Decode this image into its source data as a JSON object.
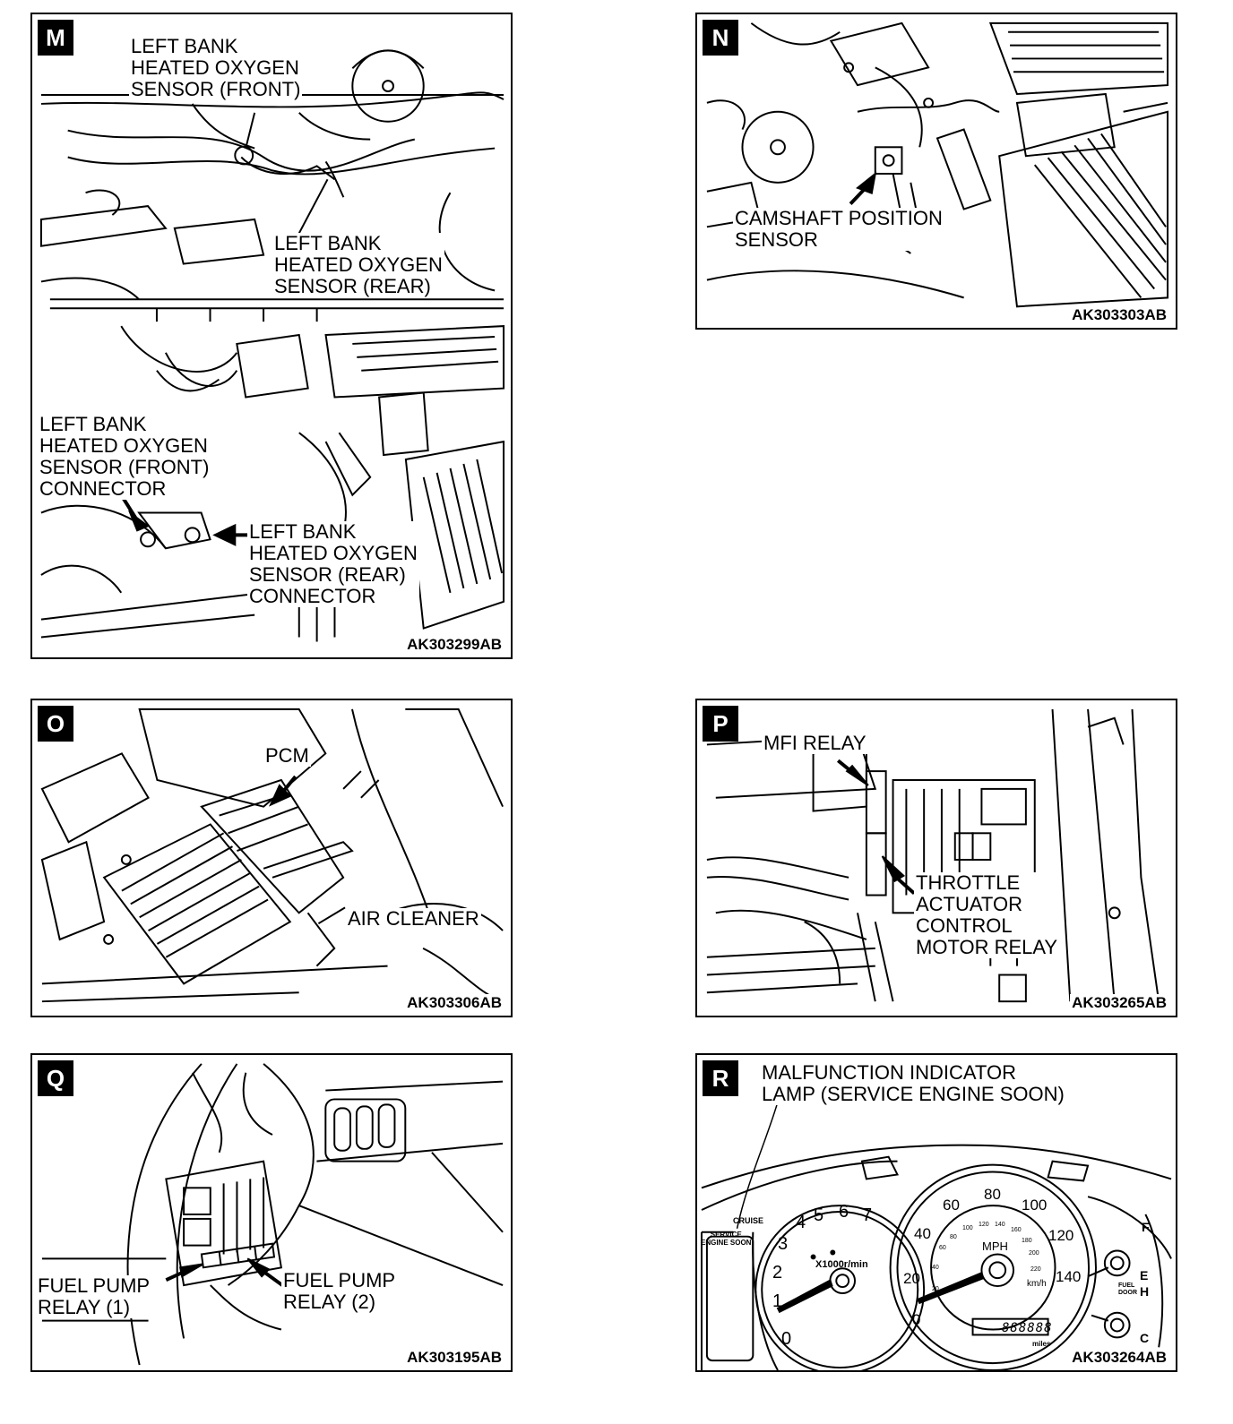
{
  "panels": {
    "M": {
      "letter": "M",
      "code": "AK303299AB",
      "label_front": [
        "LEFT BANK",
        "HEATED OXYGEN",
        "SENSOR (FRONT)"
      ],
      "label_rear": [
        "LEFT BANK",
        "HEATED OXYGEN",
        "SENSOR (REAR)"
      ],
      "label_front_conn": [
        "LEFT BANK",
        "HEATED OXYGEN",
        "SENSOR (FRONT)",
        "CONNECTOR"
      ],
      "label_rear_conn": [
        "LEFT BANK",
        "HEATED OXYGEN",
        "SENSOR (REAR)",
        "CONNECTOR"
      ]
    },
    "N": {
      "letter": "N",
      "code": "AK303303AB",
      "label": [
        "CAMSHAFT POSITION",
        "SENSOR"
      ]
    },
    "O": {
      "letter": "O",
      "code": "AK303306AB",
      "label_pcm": "PCM",
      "label_air": "AIR CLEANER"
    },
    "P": {
      "letter": "P",
      "code": "AK303265AB",
      "label_mfi": "MFI RELAY",
      "label_throttle": [
        "THROTTLE",
        "ACTUATOR",
        "CONTROL",
        "MOTOR RELAY"
      ]
    },
    "Q": {
      "letter": "Q",
      "code": "AK303195AB",
      "label_relay1": [
        "FUEL PUMP",
        "RELAY (1)"
      ],
      "label_relay2": [
        "FUEL PUMP",
        "RELAY (2)"
      ]
    },
    "R": {
      "letter": "R",
      "code": "AK303264AB",
      "label": [
        "MALFUNCTION  INDICATOR",
        "LAMP (SERVICE  ENGINE  SOON)"
      ],
      "cluster": {
        "cruise": "CRUISE",
        "service": [
          "SERVICE",
          "ENGINE SOON"
        ],
        "tach_unit": "X1000r/min",
        "tach_ticks": [
          "0",
          "1",
          "2",
          "3",
          "4",
          "5",
          "6",
          "7"
        ],
        "mph": "MPH",
        "kmh": "km/h",
        "speed_ticks": [
          "0",
          "20",
          "40",
          "60",
          "80",
          "100",
          "120",
          "140"
        ],
        "kmh_ticks": [
          "20",
          "40",
          "60",
          "80",
          "100",
          "120",
          "140",
          "160",
          "180",
          "200",
          "220"
        ],
        "fuel": [
          "F",
          "E"
        ],
        "fuel_door": [
          "FUEL",
          "DOOR"
        ],
        "temp": [
          "H",
          "C"
        ],
        "odometer": "888888",
        "miles": "miles"
      }
    }
  }
}
